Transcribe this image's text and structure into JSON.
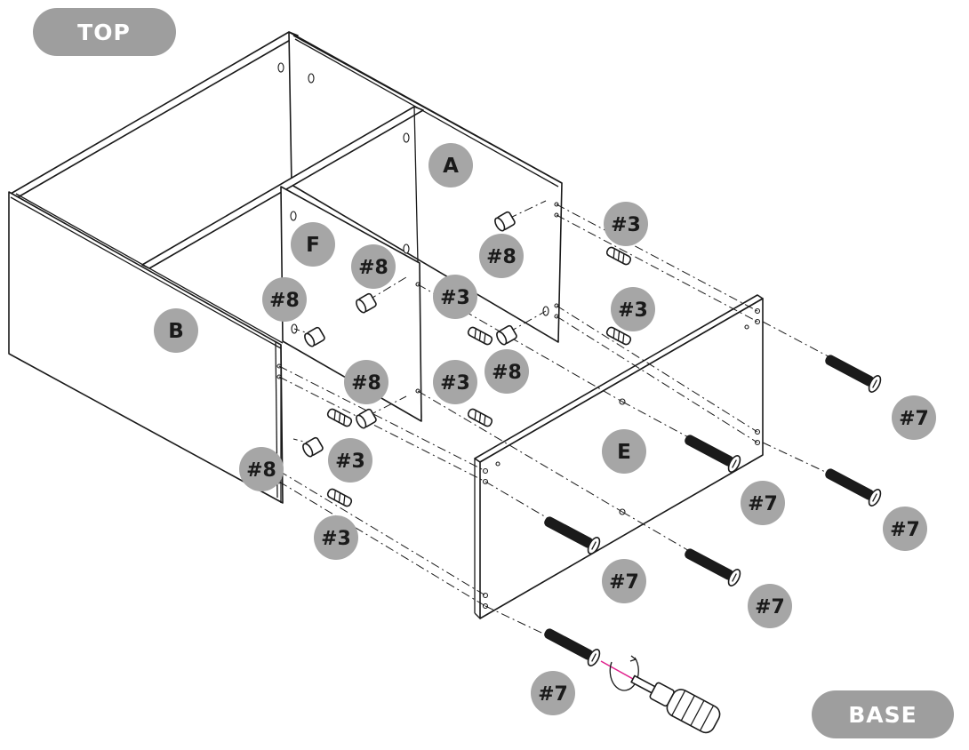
{
  "labels": {
    "top": "TOP",
    "base": "BASE"
  },
  "panel_labels": {
    "a": "A",
    "b": "B",
    "e": "E",
    "f": "F"
  },
  "part_callouts": {
    "cam_lock": "#8",
    "dowel": "#3",
    "screw": "#7"
  },
  "colors": {
    "pill": "#9e9e9e",
    "badge": "#a6a6a6",
    "line": "#1a1a1a",
    "accent": "#e0208c"
  }
}
